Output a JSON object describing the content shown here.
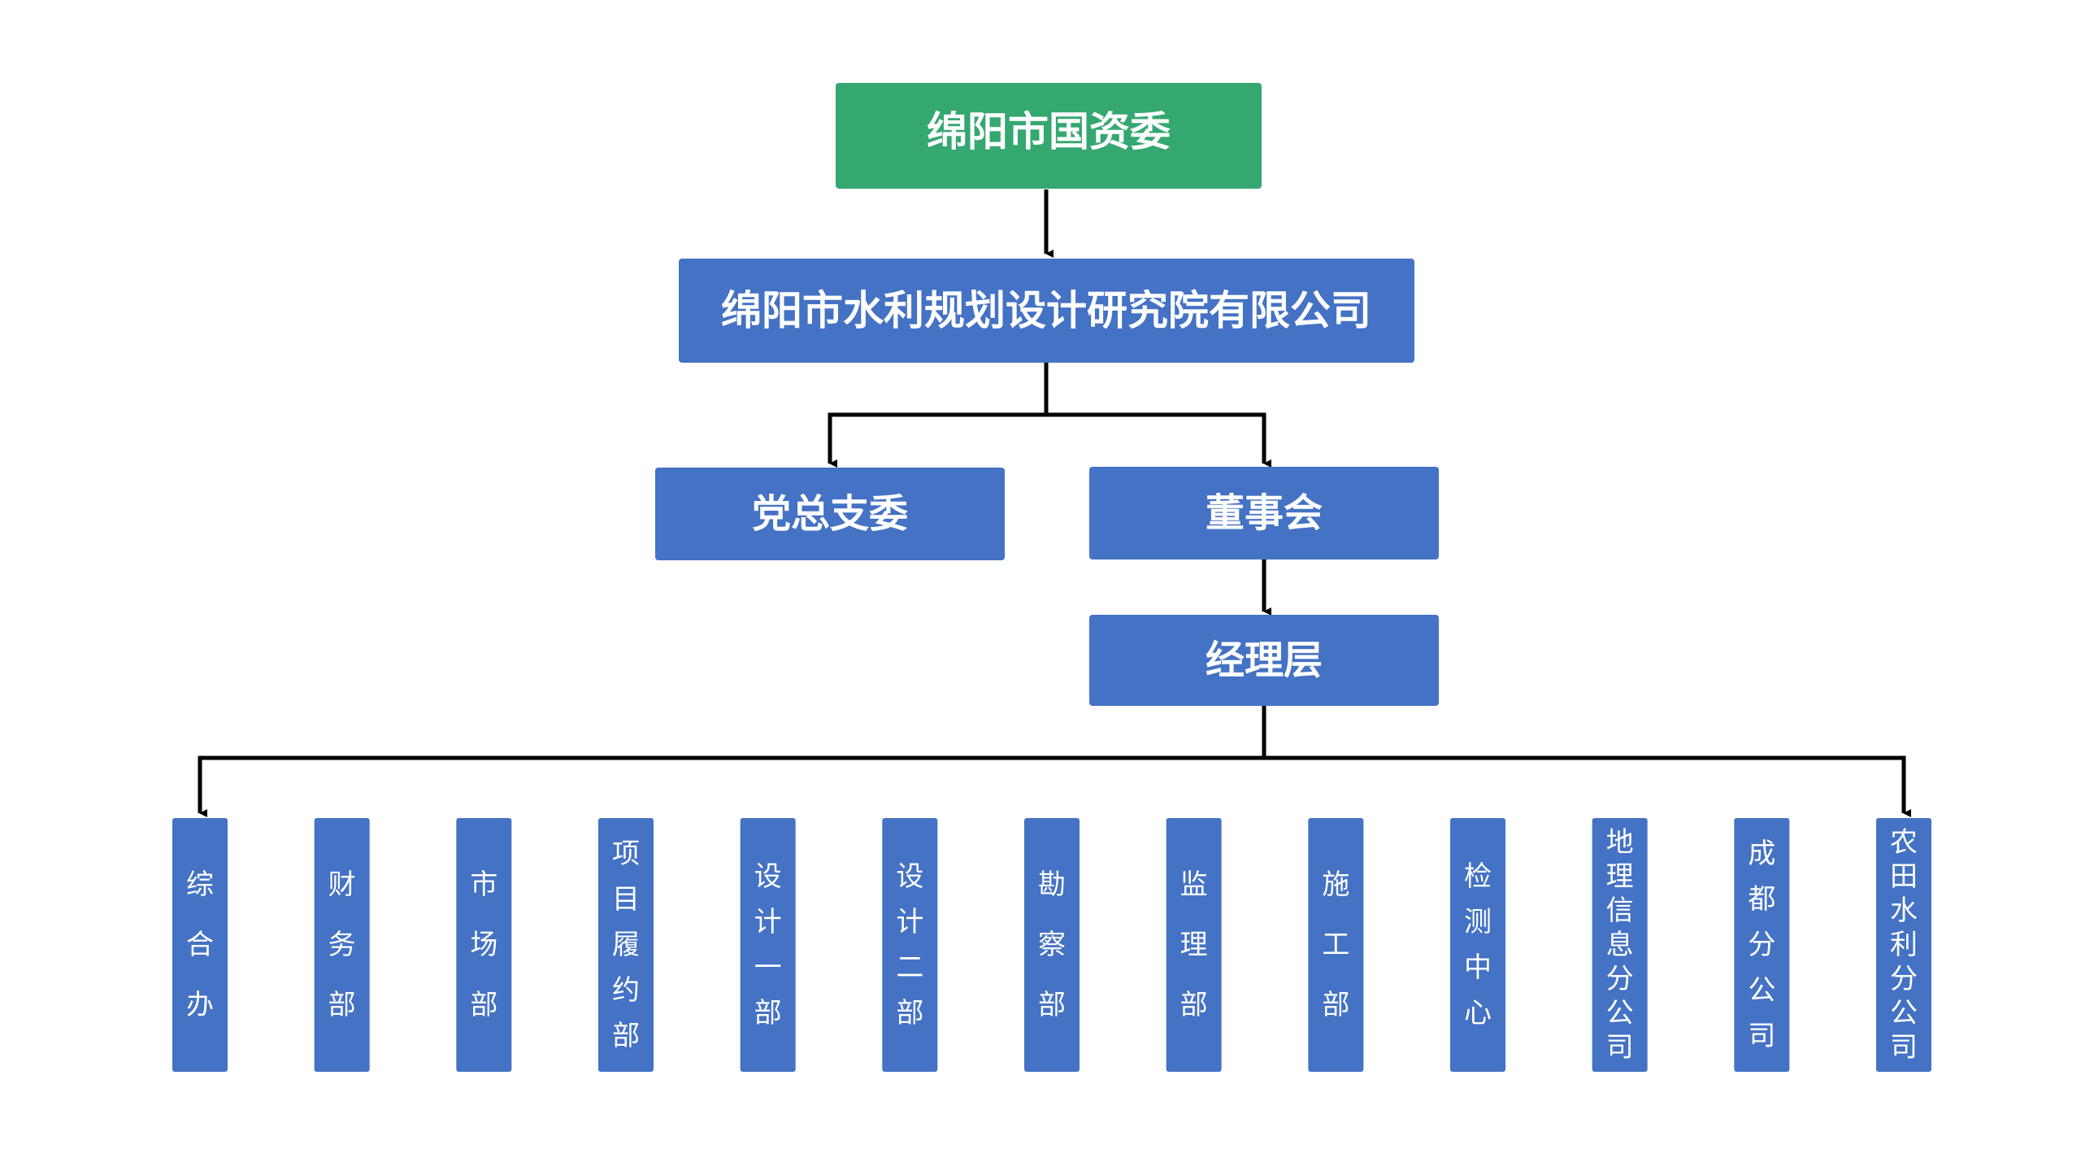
{
  "colors": {
    "root_fill": "#35a770",
    "box_fill": "#4472c4",
    "connector": "#000000",
    "text": "#ffffff"
  },
  "root": {
    "label": "绵阳市国资委"
  },
  "company": {
    "label": "绵阳市水利规划设计研究院有限公司"
  },
  "party": {
    "label": "党总支委"
  },
  "board": {
    "label": "董事会"
  },
  "management": {
    "label": "经理层"
  },
  "departments": [
    {
      "label": "综合办"
    },
    {
      "label": "财务部"
    },
    {
      "label": "市场部"
    },
    {
      "label": "项目履约部"
    },
    {
      "label": "设计一部"
    },
    {
      "label": "设计二部"
    },
    {
      "label": "勘察部"
    },
    {
      "label": "监理部"
    },
    {
      "label": "施工部"
    },
    {
      "label": "检测中心"
    },
    {
      "label": "地理信息分公司"
    },
    {
      "label": "成都分公司"
    },
    {
      "label": "农田水利分公司"
    }
  ]
}
